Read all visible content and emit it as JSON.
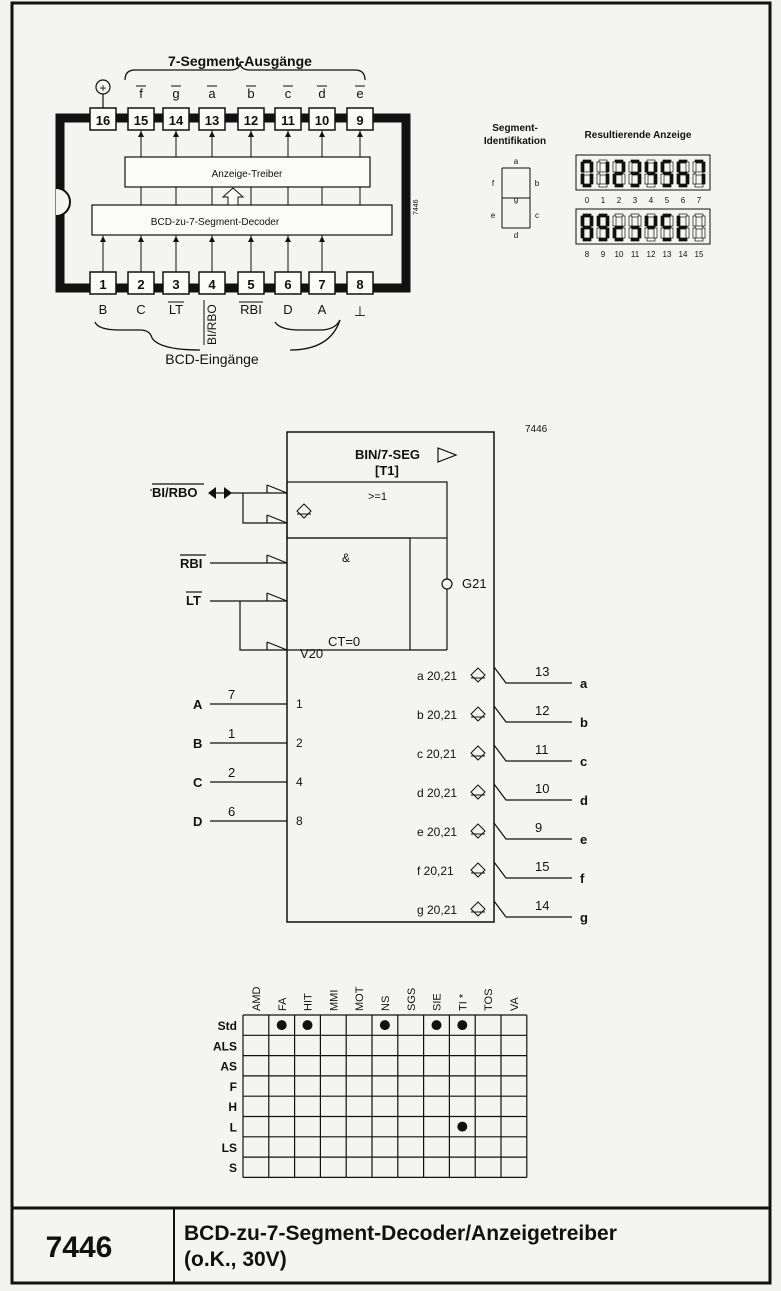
{
  "header": {
    "outputs_label": "7-Segment-Ausgänge",
    "inputs_label": "BCD-Eingänge",
    "vcc_symbol": "+",
    "gnd_symbol": "⊥"
  },
  "ic": {
    "part": "7446",
    "driver_label": "Anzeige-Treiber",
    "decoder_label": "BCD-zu-7-Segment-Decoder",
    "top_pins": [
      {
        "num": "16",
        "label": ""
      },
      {
        "num": "15",
        "label": "f"
      },
      {
        "num": "14",
        "label": "g"
      },
      {
        "num": "13",
        "label": "a"
      },
      {
        "num": "12",
        "label": "b"
      },
      {
        "num": "11",
        "label": "c"
      },
      {
        "num": "10",
        "label": "d"
      },
      {
        "num": "9",
        "label": "e"
      }
    ],
    "bottom_pins": [
      {
        "num": "1",
        "label": "B"
      },
      {
        "num": "2",
        "label": "C"
      },
      {
        "num": "3",
        "label": "LT"
      },
      {
        "num": "4",
        "label": "BI/RBO"
      },
      {
        "num": "5",
        "label": "RBI"
      },
      {
        "num": "6",
        "label": "D"
      },
      {
        "num": "7",
        "label": "A"
      },
      {
        "num": "8",
        "label": ""
      }
    ]
  },
  "segment_id": {
    "title_line1": "Segment-",
    "title_line2": "Identifikation",
    "segments": [
      "a",
      "b",
      "c",
      "d",
      "e",
      "f",
      "g"
    ]
  },
  "display": {
    "title": "Resultierende Anzeige",
    "row1": [
      "0",
      "1",
      "2",
      "3",
      "4",
      "5",
      "6",
      "7"
    ],
    "row2": [
      "8",
      "9",
      "10",
      "11",
      "12",
      "13",
      "14",
      "15"
    ]
  },
  "logic": {
    "part": "7446",
    "title": "BIN/7-SEG",
    "subtitle": "[T1]",
    "or_label": ">=1",
    "and_label": "&",
    "g21": "G21",
    "v20": "V20",
    "ct0": "CT=0",
    "bi_rbo": "BI/RBO",
    "rbi": "RBI",
    "lt": "LT",
    "inputs": [
      {
        "name": "A",
        "pin": "7",
        "weight": "1"
      },
      {
        "name": "B",
        "pin": "1",
        "weight": "2"
      },
      {
        "name": "C",
        "pin": "2",
        "weight": "4"
      },
      {
        "name": "D",
        "pin": "6",
        "weight": "8"
      }
    ],
    "outputs": [
      {
        "label": "a 20,21",
        "pin": "13",
        "name": "a"
      },
      {
        "label": "b 20,21",
        "pin": "12",
        "name": "b"
      },
      {
        "label": "c 20,21",
        "pin": "11",
        "name": "c"
      },
      {
        "label": "d 20,21",
        "pin": "10",
        "name": "d"
      },
      {
        "label": "e 20,21",
        "pin": "9",
        "name": "e"
      },
      {
        "label": "f 20,21",
        "pin": "15",
        "name": "f"
      },
      {
        "label": "g 20,21",
        "pin": "14",
        "name": "g"
      }
    ]
  },
  "manufacturers": {
    "columns": [
      "AMD",
      "FA",
      "HIT",
      "MMI",
      "MOT",
      "NS",
      "SGS",
      "SIE",
      "TI *",
      "TOS",
      "VA"
    ],
    "rows": [
      "Std",
      "ALS",
      "AS",
      "F",
      "H",
      "L",
      "LS",
      "S"
    ],
    "marks": [
      {
        "row": "Std",
        "col": "FA"
      },
      {
        "row": "Std",
        "col": "HIT"
      },
      {
        "row": "Std",
        "col": "NS"
      },
      {
        "row": "Std",
        "col": "SIE"
      },
      {
        "row": "Std",
        "col": "TI *"
      },
      {
        "row": "L",
        "col": "TI *"
      }
    ]
  },
  "footer": {
    "number": "7446",
    "title_line1": "BCD-zu-7-Segment-Decoder/Anzeigetreiber",
    "title_line2": "(o.K., 30V)"
  }
}
